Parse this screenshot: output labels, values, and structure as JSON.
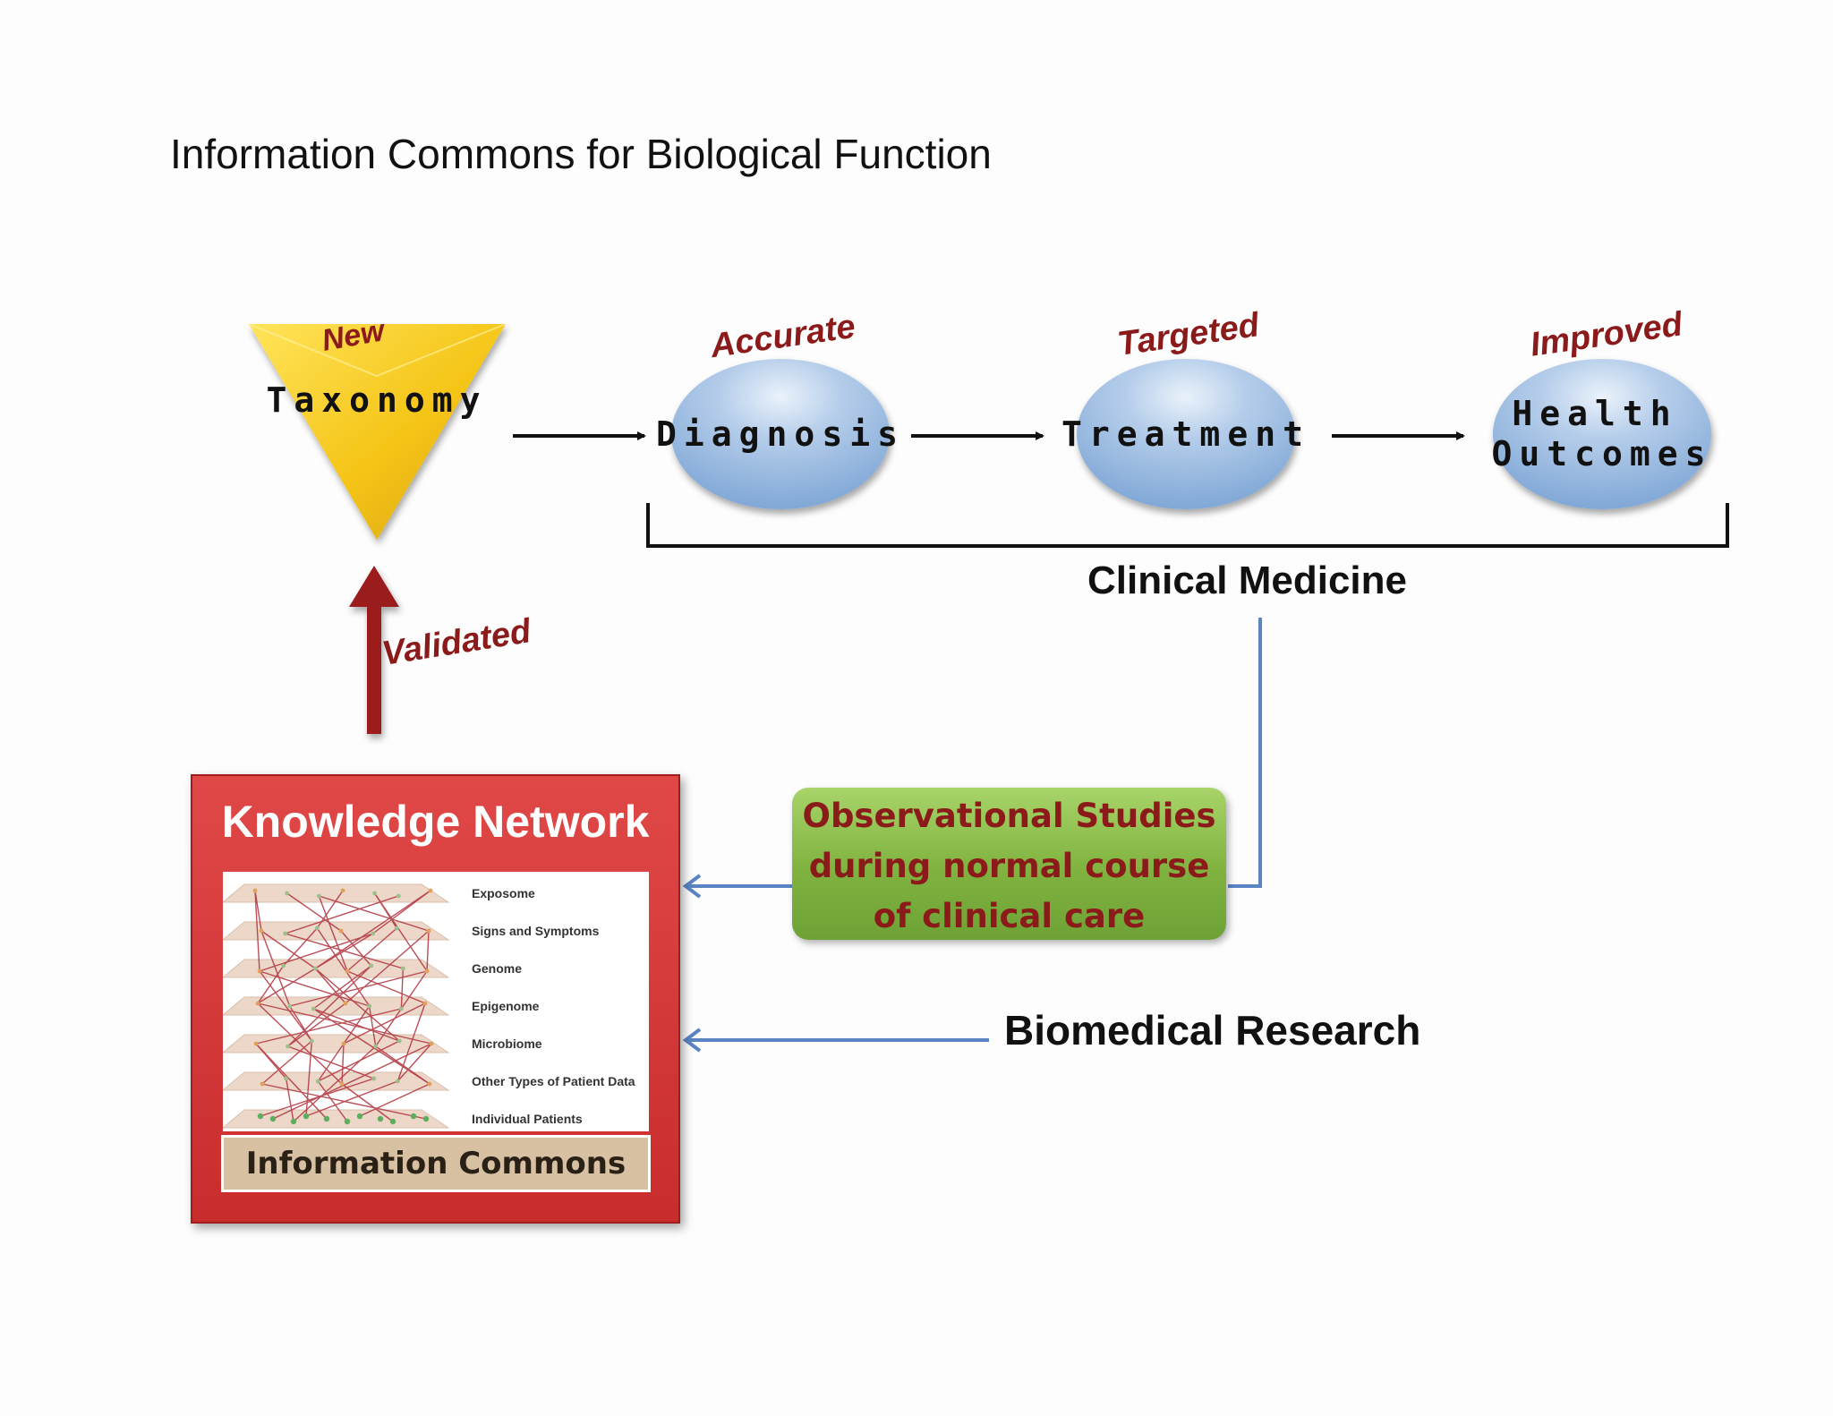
{
  "page": {
    "title": "Information Commons for Biological Function"
  },
  "taxonomy": {
    "label": "Taxonomy",
    "modifier": "New"
  },
  "flow": [
    {
      "label": "Diagnosis",
      "modifier": "Accurate"
    },
    {
      "label": "Treatment",
      "modifier": "Targeted"
    },
    {
      "label_line1": "Health",
      "label_line2": "Outcomes",
      "modifier": "Improved"
    }
  ],
  "clinical_medicine": {
    "label": "Clinical Medicine"
  },
  "validated": {
    "label": "Validated"
  },
  "knowledge_network": {
    "title": "Knowledge Network",
    "footer": "Information Commons",
    "layers": [
      "Exposome",
      "Signs and Symptoms",
      "Genome",
      "Epigenome",
      "Microbiome",
      "Other Types of Patient Data",
      "Individual Patients"
    ]
  },
  "observational_studies": {
    "line1": "Observational Studies",
    "line2": "during normal course",
    "line3": "of clinical care"
  },
  "biomedical_research": {
    "label": "Biomedical Research"
  },
  "colors": {
    "accent_red": "#8b1a1a",
    "ellipse_blue": "#8fb4de",
    "connector_blue": "#5b84c4",
    "triangle_yellow": "#f5c518",
    "layer_beige": "#ecd7c8"
  }
}
